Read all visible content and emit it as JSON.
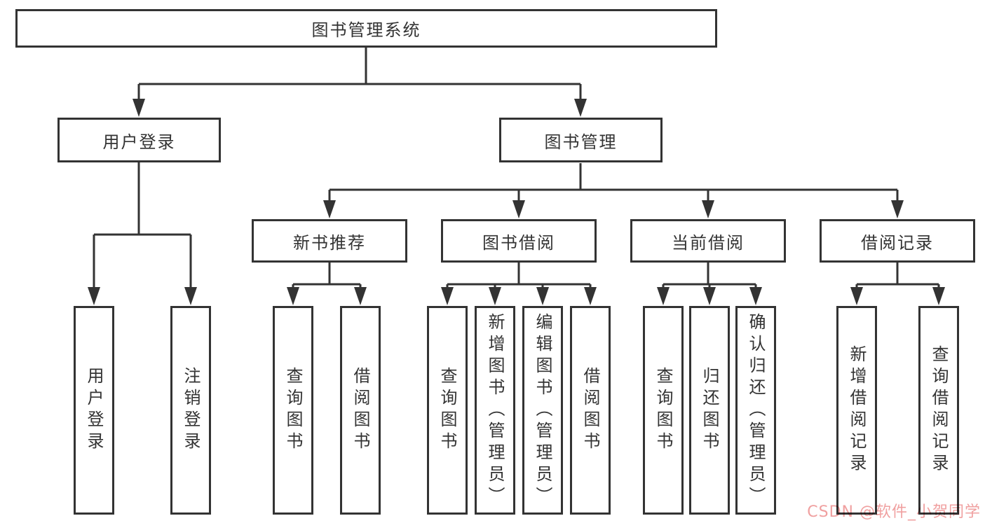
{
  "tree": {
    "label": "图书管理系统",
    "children": [
      {
        "label": "用户登录",
        "children": [
          {
            "label": "用户登录"
          },
          {
            "label": "注销登录"
          }
        ]
      },
      {
        "label": "图书管理",
        "children": [
          {
            "label": "新书推荐",
            "children": [
              {
                "label": "查询图书"
              },
              {
                "label": "借阅图书"
              }
            ]
          },
          {
            "label": "图书借阅",
            "children": [
              {
                "label": "查询图书"
              },
              {
                "label": "新增图书（管理员）"
              },
              {
                "label": "编辑图书（管理员）"
              },
              {
                "label": "借阅图书"
              }
            ]
          },
          {
            "label": "当前借阅",
            "children": [
              {
                "label": "查询图书"
              },
              {
                "label": "归还图书"
              },
              {
                "label": "确认归还（管理员）"
              }
            ]
          },
          {
            "label": "借阅记录",
            "children": [
              {
                "label": "新增借阅记录"
              },
              {
                "label": "查询借阅记录"
              }
            ]
          }
        ]
      }
    ]
  },
  "watermark": {
    "text": "CSDN @软件_小贺同学",
    "color": "#f0a0a0"
  },
  "colors": {
    "line": "#333333",
    "box_border": "#333333",
    "box_fill": "#ffffff",
    "text": "#333333"
  }
}
